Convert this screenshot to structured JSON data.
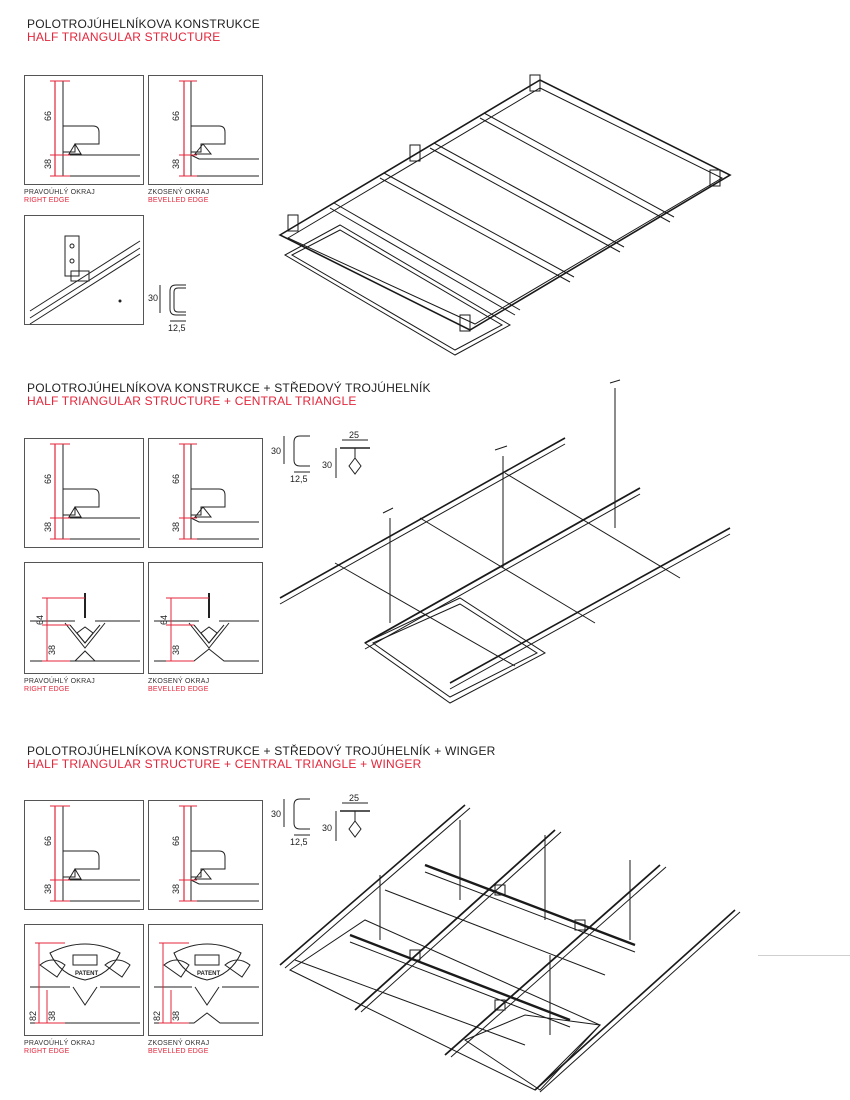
{
  "sections": [
    {
      "title_cz": "POLOTROJÚHELNÍKOVA KONSTRUKCE",
      "title_en": "HALF TRIANGULAR STRUCTURE",
      "dims": {
        "upper": "66",
        "lower": "38",
        "profile_h": "30",
        "profile_w": "12,5"
      }
    },
    {
      "title_cz": "POLOTROJÚHELNÍKOVA KONSTRUKCE + STŘEDOVÝ TROJÚHELNÍK",
      "title_en": "HALF TRIANGULAR STRUCTURE + CENTRAL TRIANGLE",
      "dims": {
        "upper": "66",
        "lower": "38",
        "tri_h": "64",
        "tri_l": "38",
        "profile_h": "30",
        "profile_w": "12,5",
        "tee_w": "25",
        "tee_h": "30"
      }
    },
    {
      "title_cz": "POLOTROJÚHELNÍKOVA KONSTRUKCE + STŘEDOVÝ TROJÚHELNÍK + WINGER",
      "title_en": "HALF TRIANGULAR STRUCTURE + CENTRAL TRIANGLE + WINGER",
      "dims": {
        "upper": "66",
        "lower": "38",
        "win_h": "82",
        "win_l": "38",
        "profile_h": "30",
        "profile_w": "12,5",
        "tee_w": "25",
        "tee_h": "30"
      }
    }
  ],
  "captions": {
    "right_cz": "PRAVOÚHLÝ OKRAJ",
    "right_en": "RIGHT EDGE",
    "bevel_cz": "ZKOSENÝ OKRAJ",
    "bevel_en": "BEVELLED EDGE"
  },
  "patent_label": "PATENT",
  "colors": {
    "accent": "#e3263b",
    "line": "#1a1a1a"
  }
}
